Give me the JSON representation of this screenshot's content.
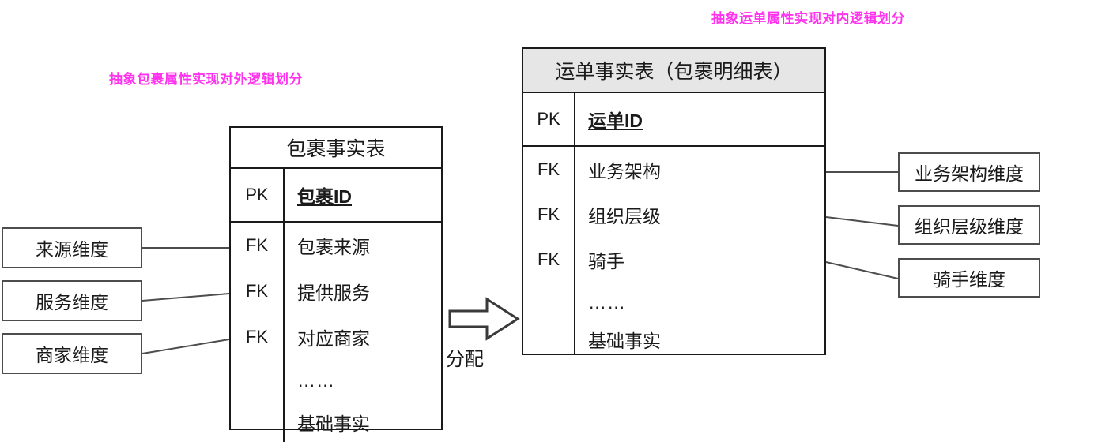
{
  "annotations": {
    "left_caption": "抽象包裹属性实现对外逻辑划分",
    "right_caption": "抽象运单属性实现对内逻辑划分",
    "caption_color": "#ff33ee"
  },
  "flow": {
    "arrow_label": "分配",
    "arrow_direction": "right"
  },
  "package_fact_table": {
    "title": "包裹事实表",
    "header_shaded": false,
    "primary_rows": [
      {
        "key": "PK",
        "name": "包裹ID",
        "is_pk": true
      }
    ],
    "rows": [
      {
        "key": "FK",
        "name": "包裹来源",
        "is_pk": false
      },
      {
        "key": "FK",
        "name": "提供服务",
        "is_pk": false
      },
      {
        "key": "FK",
        "name": "对应商家",
        "is_pk": false
      },
      {
        "key": "",
        "name": "……",
        "is_pk": false
      },
      {
        "key": "",
        "name": "基础事实",
        "is_pk": false
      }
    ]
  },
  "waybill_fact_table": {
    "title": "运单事实表（包裹明细表）",
    "header_shaded": true,
    "primary_rows": [
      {
        "key": "PK",
        "name": "运单ID",
        "is_pk": true
      }
    ],
    "rows": [
      {
        "key": "FK",
        "name": "业务架构",
        "is_pk": false
      },
      {
        "key": "FK",
        "name": "组织层级",
        "is_pk": false
      },
      {
        "key": "FK",
        "name": "骑手",
        "is_pk": false
      },
      {
        "key": "",
        "name": "……",
        "is_pk": false
      },
      {
        "key": "",
        "name": "基础事实",
        "is_pk": false
      }
    ]
  },
  "left_dimensions": [
    {
      "label": "来源维度"
    },
    {
      "label": "服务维度"
    },
    {
      "label": "商家维度"
    }
  ],
  "right_dimensions": [
    {
      "label": "业务架构维度"
    },
    {
      "label": "组织层级维度"
    },
    {
      "label": "骑手维度"
    }
  ]
}
